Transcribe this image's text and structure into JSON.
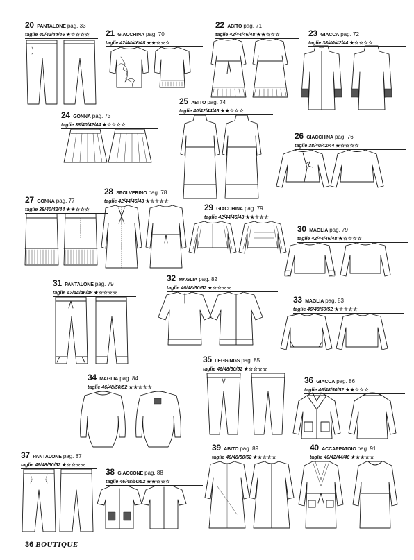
{
  "items": [
    {
      "id": "20",
      "name": "PANTALONE",
      "pag": "pag. 33",
      "sizes": "taglie 40/42/44/46",
      "stars": "★☆☆☆☆"
    },
    {
      "id": "21",
      "name": "GIACCHINA",
      "pag": "pag. 70",
      "sizes": "taglie 42/44/46/48",
      "stars": "★★☆☆☆"
    },
    {
      "id": "22",
      "name": "ABITO",
      "pag": "pag. 71",
      "sizes": "taglie 42/44/46/48",
      "stars": "★★☆☆☆"
    },
    {
      "id": "23",
      "name": "GIACCA",
      "pag": "pag. 72",
      "sizes": "taglie 38/40/42/44",
      "stars": "★☆☆☆☆"
    },
    {
      "id": "24",
      "name": "GONNA",
      "pag": "pag. 73",
      "sizes": "taglie 38/40/42/44",
      "stars": "★☆☆☆☆"
    },
    {
      "id": "25",
      "name": "ABITO",
      "pag": "pag. 74",
      "sizes": "taglie 40/42/44/46",
      "stars": "★★☆☆☆"
    },
    {
      "id": "26",
      "name": "GIACCHINA",
      "pag": "pag. 76",
      "sizes": "taglie 38/40/42/44",
      "stars": "★☆☆☆☆"
    },
    {
      "id": "27",
      "name": "GONNA",
      "pag": "pag. 77",
      "sizes": "taglie 38/40/42/44",
      "stars": "★★☆☆☆"
    },
    {
      "id": "28",
      "name": "SPOLVERINO",
      "pag": "pag. 78",
      "sizes": "taglie 42/44/46/48",
      "stars": "★☆☆☆☆"
    },
    {
      "id": "29",
      "name": "GIACCHINA",
      "pag": "pag. 79",
      "sizes": "taglie 42/44/46/48",
      "stars": "★★☆☆☆"
    },
    {
      "id": "30",
      "name": "MAGLIA",
      "pag": "pag. 79",
      "sizes": "taglie 42/44/46/48",
      "stars": "★☆☆☆☆"
    },
    {
      "id": "31",
      "name": "PANTALONE",
      "pag": "pag. 79",
      "sizes": "taglie 42/44/46/48",
      "stars": "★☆☆☆☆"
    },
    {
      "id": "32",
      "name": "MAGLIA",
      "pag": "pag. 82",
      "sizes": "taglie 46/48/50/52",
      "stars": "★☆☆☆☆"
    },
    {
      "id": "33",
      "name": "MAGLIA",
      "pag": "pag. 83",
      "sizes": "taglie 46/48/50/52",
      "stars": "★☆☆☆☆"
    },
    {
      "id": "34",
      "name": "MAGLIA",
      "pag": "pag. 84",
      "sizes": "taglie 46/48/50/52",
      "stars": "★★☆☆☆"
    },
    {
      "id": "35",
      "name": "LEGGINGS",
      "pag": "pag. 85",
      "sizes": "taglie 46/48/50/52",
      "stars": "★☆☆☆☆"
    },
    {
      "id": "36",
      "name": "GIACCA",
      "pag": "pag. 86",
      "sizes": "taglie 46/48/50/52",
      "stars": "★★☆☆☆"
    },
    {
      "id": "37",
      "name": "PANTALONE",
      "pag": "pag. 87",
      "sizes": "taglie 46/48/50/52",
      "stars": "★☆☆☆☆"
    },
    {
      "id": "38",
      "name": "GIACCONE",
      "pag": "pag. 88",
      "sizes": "taglie 46/48/50/52",
      "stars": "★★☆☆☆"
    },
    {
      "id": "39",
      "name": "ABITO",
      "pag": "pag. 89",
      "sizes": "taglie 46/48/50/52",
      "stars": "★★☆☆☆"
    },
    {
      "id": "40",
      "name": "ACCAPPATOIO",
      "pag": "pag. 91",
      "sizes": "taglie 40/42/44/46",
      "stars": "★★★☆☆"
    }
  ],
  "footer": {
    "page_number": "36",
    "magazine": "BOUTIQUE"
  }
}
